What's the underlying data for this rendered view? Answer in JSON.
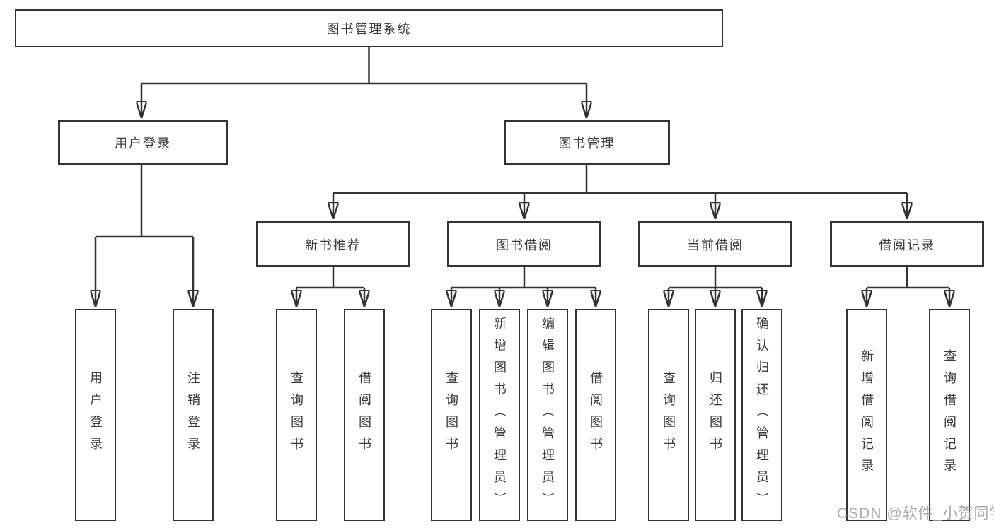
{
  "tree": {
    "label": "图书管理系统",
    "children": [
      {
        "label": "用户登录",
        "children": [
          {
            "label": "用户登录"
          },
          {
            "label": "注销登录"
          }
        ]
      },
      {
        "label": "图书管理",
        "children": [
          {
            "label": "新书推荐",
            "children": [
              {
                "label": "查询图书"
              },
              {
                "label": "借阅图书"
              }
            ]
          },
          {
            "label": "图书借阅",
            "children": [
              {
                "label": "查询图书"
              },
              {
                "label": "新增图书（管理员）"
              },
              {
                "label": "编辑图书（管理员）"
              },
              {
                "label": "借阅图书"
              }
            ]
          },
          {
            "label": "当前借阅",
            "children": [
              {
                "label": "查询图书"
              },
              {
                "label": "归还图书"
              },
              {
                "label": "确认归还（管理员）"
              }
            ]
          },
          {
            "label": "借阅记录",
            "children": [
              {
                "label": "新增借阅记录"
              },
              {
                "label": "查询借阅记录"
              }
            ]
          }
        ]
      }
    ]
  },
  "watermark": "CSDN @软件_小贺同学",
  "colors": {
    "line": "#333333",
    "box_border": "#333333",
    "text": "#3a3a3a",
    "watermark": "#a0a0a0",
    "background": "#ffffff"
  }
}
